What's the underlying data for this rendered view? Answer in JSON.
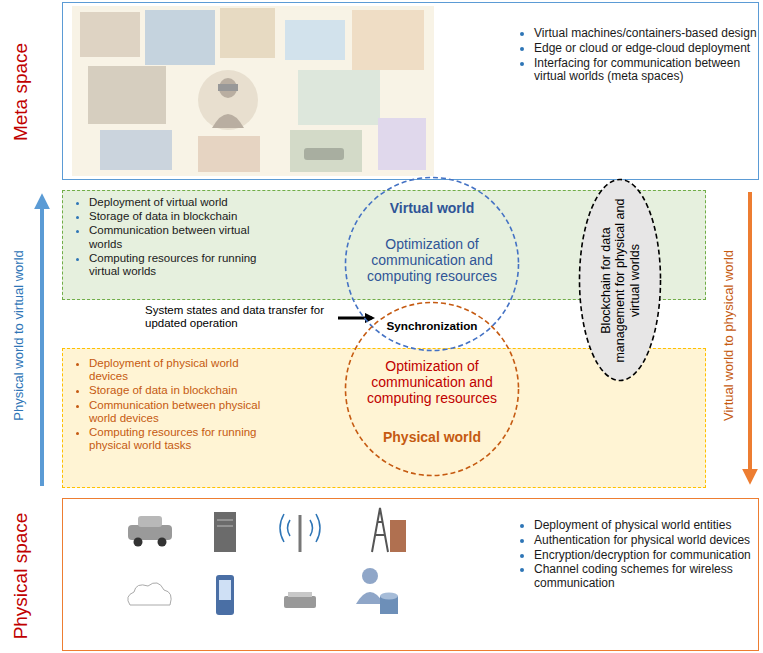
{
  "diagram": {
    "nodes": [
      {
        "text": [
          "Meta space",
          "Virtual machines/containers-based design",
          "Edge or cloud or edge-cloud deployment",
          "Interfacing for communication between virtual worlds (meta spaces)"
        ]
      },
      {
        "text": [
          "Deployment of virtual world",
          "Storage of data in blockchain",
          "Communication between virtual worlds",
          "Computing resources for running virtual worlds"
        ]
      },
      {
        "text": [
          "Virtual world",
          "Optimization of communication and computing resources"
        ]
      },
      {
        "text": [
          "Blockchain for data management for physical and virtual worlds"
        ]
      },
      {
        "text": [
          "Deployment of physical world devices",
          "Storage of data in blockchain",
          "Communication between physical world devices",
          "Computing resources for running physical world tasks"
        ]
      },
      {
        "text": [
          "Optimization of communication and computing resources",
          "Physical world"
        ]
      },
      {
        "text": [
          "Physical space",
          "Deployment of physical world entities",
          "Authentication for physical world devices",
          "Encryption/decryption for communication",
          "Channel coding schemes for wireless communication"
        ]
      }
    ],
    "labels": [
      "System states and data transfer for updated operation",
      "Synchronization",
      "Physical world to virtual world",
      "Virtual world to physical world"
    ]
  }
}
